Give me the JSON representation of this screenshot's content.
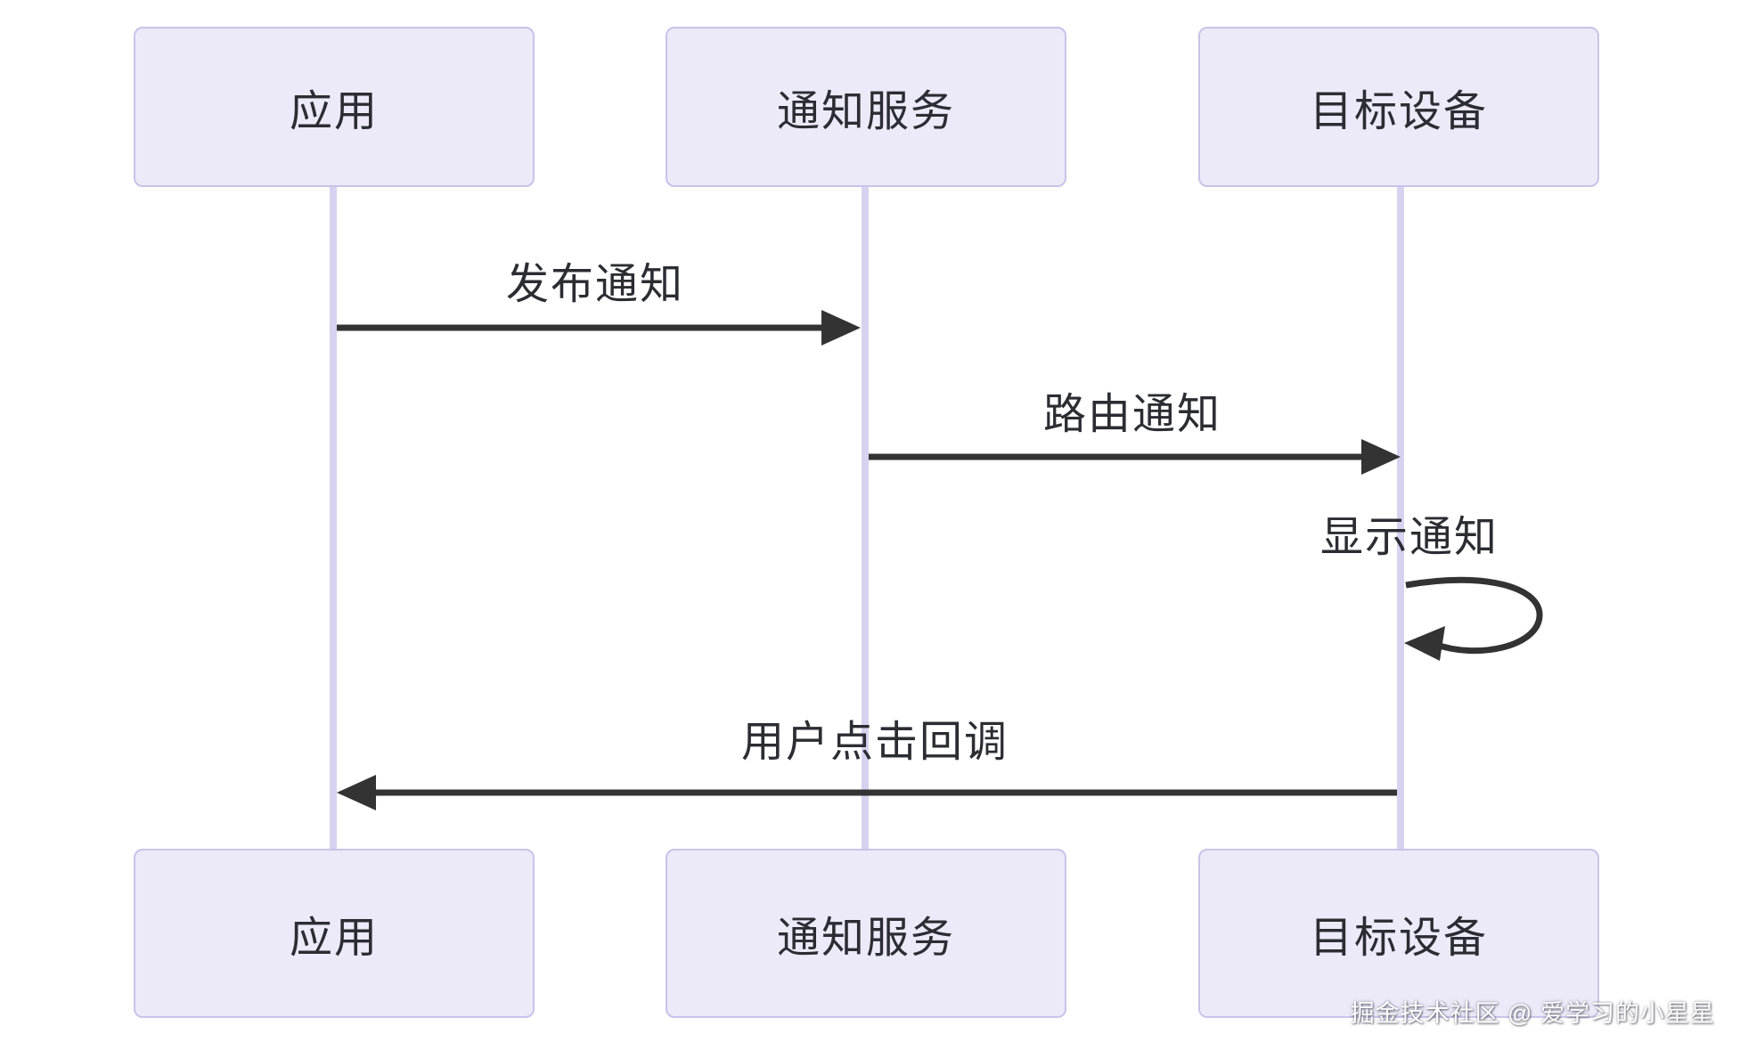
{
  "diagram_type": "sequence-diagram",
  "actors": [
    {
      "id": "app",
      "label": "应用"
    },
    {
      "id": "notification-service",
      "label": "通知服务"
    },
    {
      "id": "target-device",
      "label": "目标设备"
    }
  ],
  "messages": [
    {
      "label": "发布通知",
      "from": "应用",
      "to": "通知服务",
      "kind": "solid-arrow"
    },
    {
      "label": "路由通知",
      "from": "通知服务",
      "to": "目标设备",
      "kind": "solid-arrow"
    },
    {
      "label": "显示通知",
      "from": "目标设备",
      "to": "目标设备",
      "kind": "self-loop"
    },
    {
      "label": "用户点击回调",
      "from": "目标设备",
      "to": "应用",
      "kind": "solid-arrow"
    }
  ],
  "watermark": {
    "text": "掘金技术社区 @ 爱学习的小星星"
  },
  "colors": {
    "actor_box_fill": "#eceaf8",
    "actor_box_border": "#c9c3ea",
    "lifeline": "#d7d2f0",
    "arrow": "#333333",
    "text": "#2b2d33",
    "watermark_text": "#ffffff"
  }
}
